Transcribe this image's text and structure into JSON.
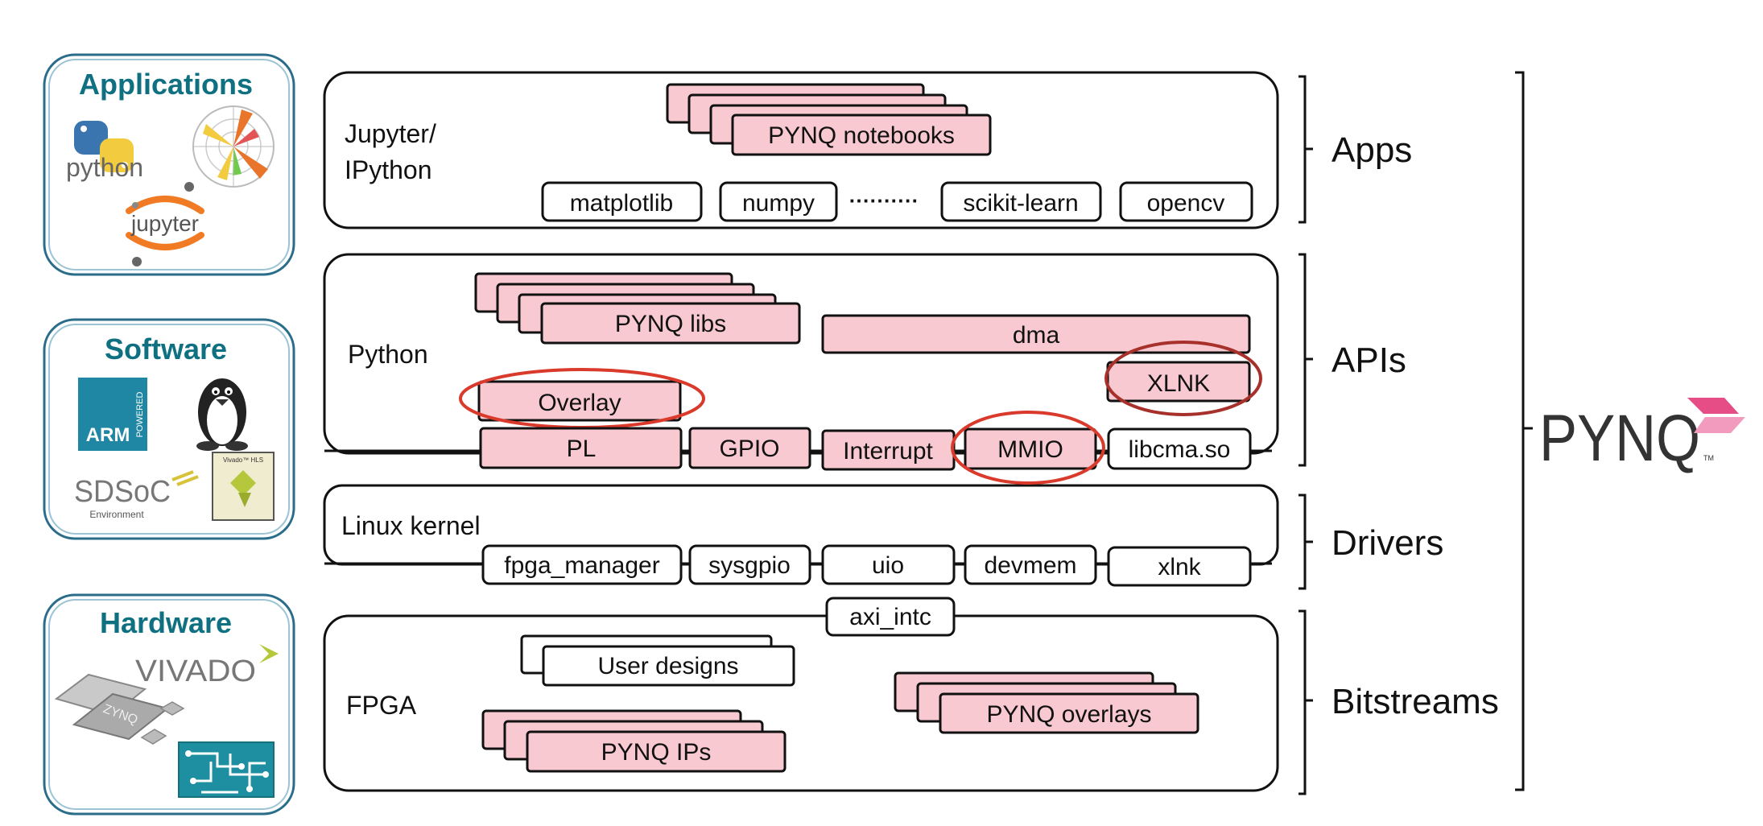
{
  "side_panels": {
    "applications": {
      "title": "Applications",
      "python_logo": "python",
      "jupyter_logo": "jupyter"
    },
    "software": {
      "title": "Software",
      "arm_logo": "ARM",
      "arm_powered": "POWERED",
      "sdsoc_logo": "SDSoC",
      "sdsoc_sub": "Environment",
      "vivado_hls": "Vivado™ HLS"
    },
    "hardware": {
      "title": "Hardware",
      "vivado_logo": "VIVADO",
      "zynq_chip": "ZYNQ"
    }
  },
  "layers": {
    "apps": {
      "label_line1": "Jupyter/",
      "label_line2": "IPython",
      "notebooks": "PYNQ notebooks",
      "libraries": [
        "matplotlib",
        "numpy",
        "scikit-learn",
        "opencv"
      ],
      "ellipsis": "··········"
    },
    "apis": {
      "label": "Python",
      "pynq_libs": "PYNQ libs",
      "dma": "dma",
      "xlnk": "XLNK",
      "overlay": "Overlay",
      "pl": "PL",
      "gpio": "GPIO",
      "interrupt": "Interrupt",
      "mmio": "MMIO",
      "libcma": "libcma.so"
    },
    "drivers": {
      "label": "Linux kernel",
      "items": [
        "fpga_manager",
        "sysgpio",
        "uio",
        "devmem",
        "xlnk"
      ],
      "axi_intc": "axi_intc"
    },
    "bitstreams": {
      "label": "FPGA",
      "user_designs": "User designs",
      "pynq_overlays": "PYNQ overlays",
      "pynq_ips": "PYNQ IPs"
    }
  },
  "brackets": [
    "Apps",
    "APIs",
    "Drivers",
    "Bitstreams"
  ],
  "brand": "PYNQ",
  "brand_tm": "TM",
  "colors": {
    "pink": "#f8c9d1",
    "highlight_red": "#d93a2b",
    "dark_red": "#a8302a",
    "teal": "#0e7080",
    "panel_border": "#2a6d8a"
  }
}
